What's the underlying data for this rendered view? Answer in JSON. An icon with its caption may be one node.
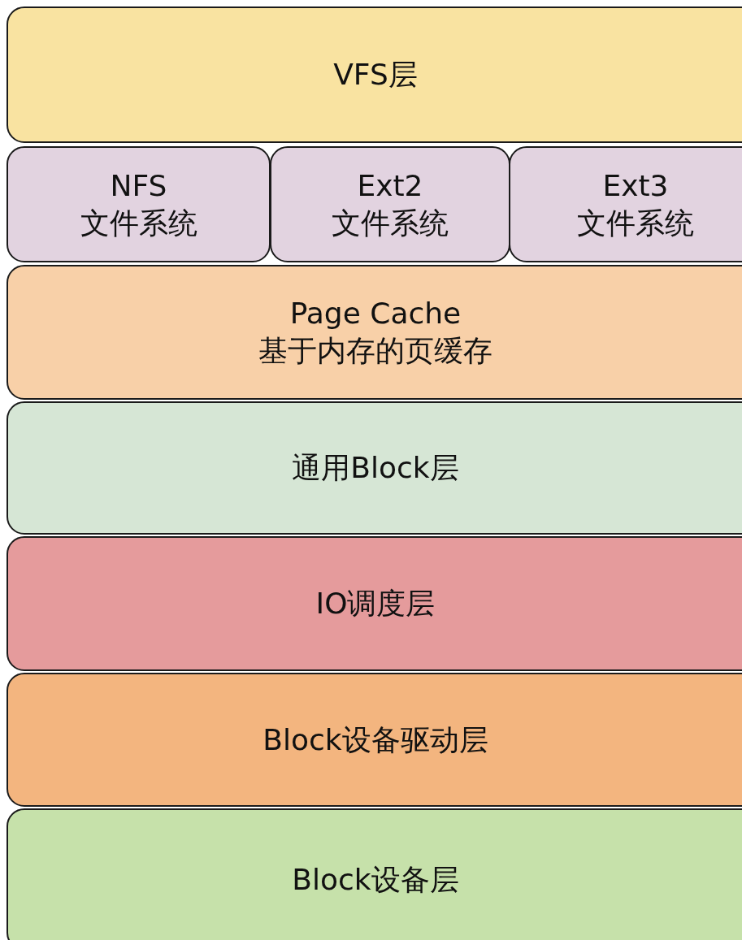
{
  "diagram": {
    "nodes": [
      {
        "text": [
          "VFS层"
        ]
      },
      {
        "text": [
          "NFS",
          "文件系统"
        ]
      },
      {
        "text": [
          "Ext2",
          "文件系统"
        ]
      },
      {
        "text": [
          "Ext3",
          "文件系统"
        ]
      },
      {
        "text": [
          "Page Cache",
          "基于内存的页缓存"
        ]
      },
      {
        "text": [
          "通用Block层"
        ]
      },
      {
        "text": [
          "IO调度层"
        ]
      },
      {
        "text": [
          "Block设备驱动层"
        ]
      },
      {
        "text": [
          "Block设备层"
        ]
      }
    ],
    "edges": []
  }
}
